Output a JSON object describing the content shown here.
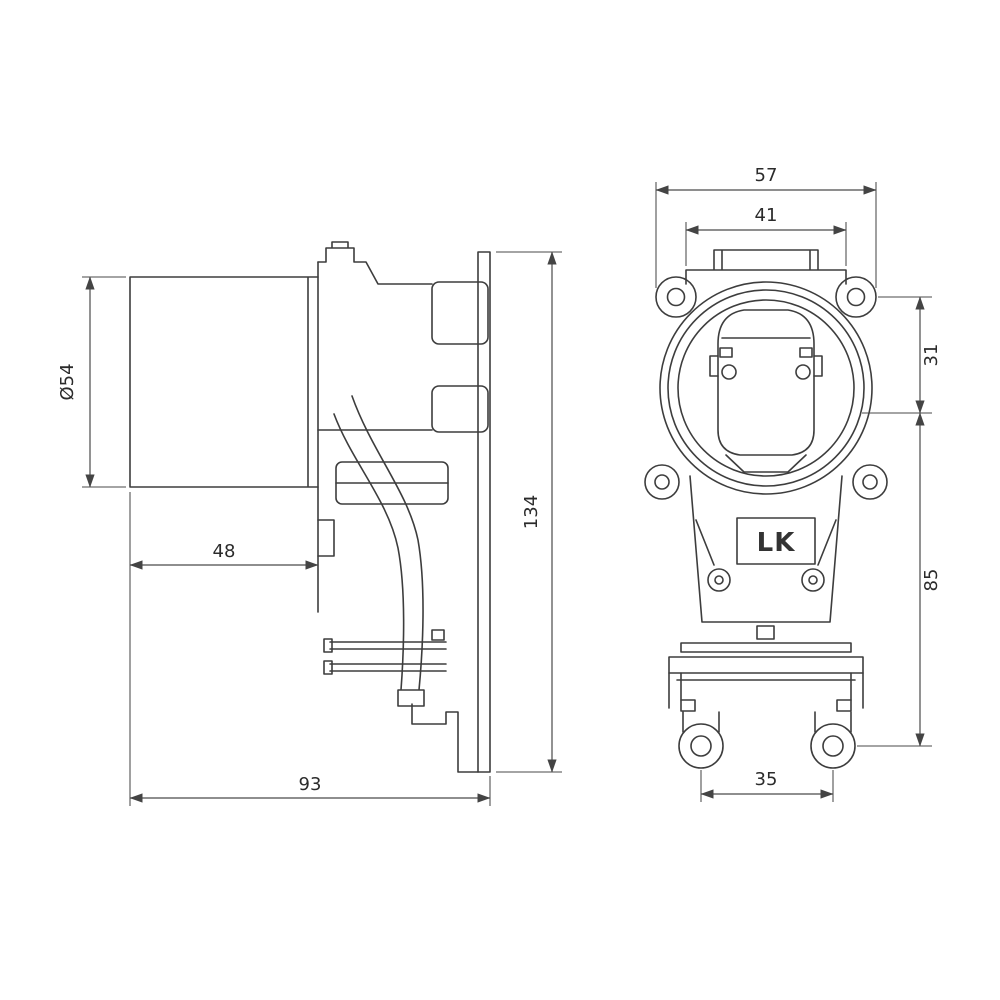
{
  "drawing": {
    "side_view": {
      "dim_diameter": "Ø54",
      "dim_spout_depth": "48",
      "dim_height": "134",
      "dim_total_depth": "93"
    },
    "front_view": {
      "dim_total_width": "57",
      "dim_port_width": "41",
      "dim_top_offset": "31",
      "dim_body_height": "85",
      "dim_foot_spacing": "35",
      "logo": "LK"
    }
  }
}
